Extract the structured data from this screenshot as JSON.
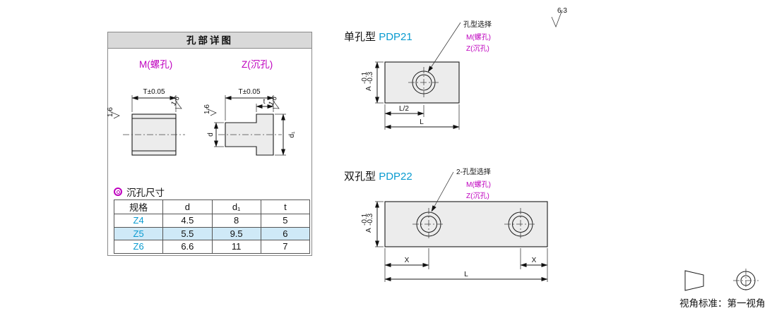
{
  "colors": {
    "blue": "#0a9bd0",
    "magenta": "#bf00bf",
    "row_highlight": "#cfe9f7",
    "panel_header": "#d9d9d9"
  },
  "detail_panel": {
    "title": "孔部详图",
    "m_hole_label": "M(螺孔)",
    "z_hole_label": "Z(沉孔)",
    "dims": {
      "T": "T±0.05",
      "t": "t",
      "d": "d",
      "d1": "d₁",
      "roughness": "1.6"
    },
    "table": {
      "section_title": "沉孔尺寸",
      "headers": {
        "spec": "规格",
        "d": "d",
        "d1": "d₁",
        "t": "t"
      },
      "rows": [
        {
          "spec": "Z4",
          "d": "4.5",
          "d1": "8",
          "t": "5"
        },
        {
          "spec": "Z5",
          "d": "5.5",
          "d1": "9.5",
          "t": "6"
        },
        {
          "spec": "Z6",
          "d": "6.6",
          "d1": "11",
          "t": "7"
        }
      ]
    }
  },
  "single_hole": {
    "type_label": "单孔型",
    "part_number": "PDP21",
    "callout": {
      "title": "孔型选择",
      "m": "M(螺孔)",
      "z": "Z(沉孔)"
    },
    "dims": {
      "A": "A",
      "tol_upper": "-0.1",
      "tol_lower": "-0.3",
      "half_length": "L/2",
      "length": "L"
    }
  },
  "double_hole": {
    "type_label": "双孔型",
    "part_number": "PDP22",
    "callout": {
      "title": "2-孔型选择",
      "m": "M(螺孔)",
      "z": "Z(沉孔)"
    },
    "dims": {
      "A": "A",
      "tol_upper": "-0.1",
      "tol_lower": "-0.3",
      "x": "X",
      "length": "L"
    }
  },
  "surface_roughness": "6.3",
  "projection_note": "视角标准：第一视角"
}
